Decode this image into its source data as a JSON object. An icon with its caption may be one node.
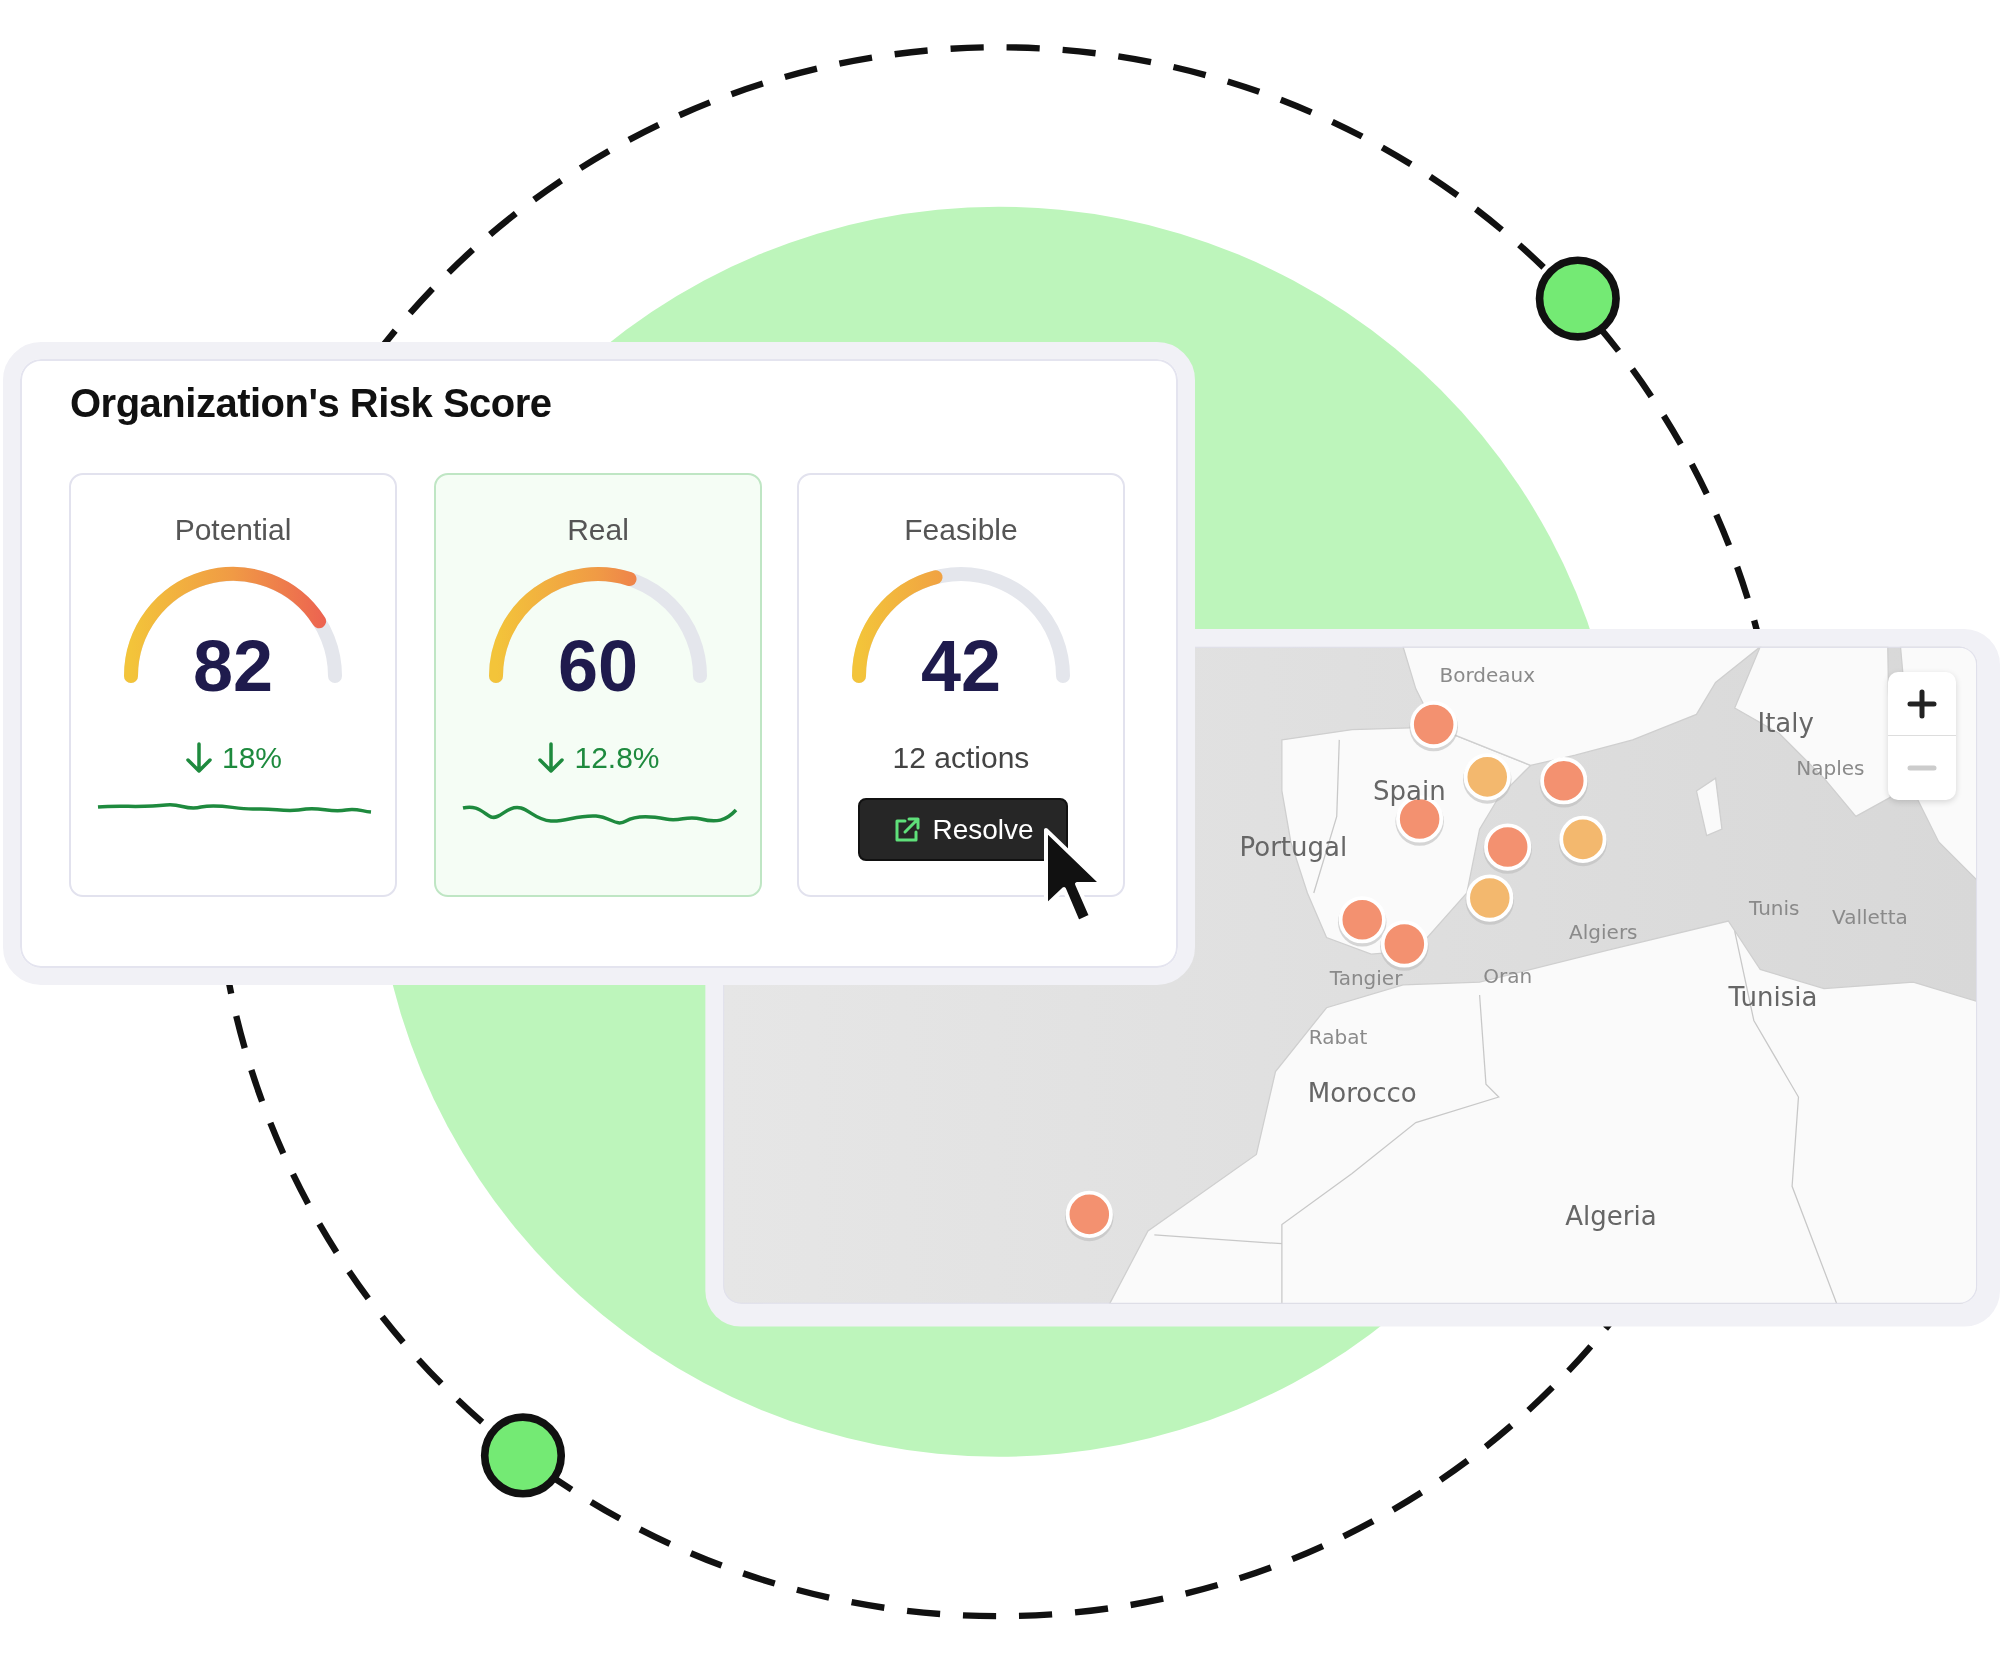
{
  "diagram": {
    "nodes": [
      {
        "text": [
          "Organization's Risk Score"
        ]
      },
      {
        "text": [
          "Potential",
          "82",
          "18%"
        ],
        "in": 0
      },
      {
        "text": [
          "Real",
          "60",
          "12.8%"
        ],
        "in": 0
      },
      {
        "text": [
          "Feasible",
          "42",
          "12 actions",
          "Resolve"
        ],
        "in": 0
      }
    ],
    "labels": [
      "Bordeaux",
      "Italy",
      "Naples",
      "Spain",
      "Portugal",
      "Tunis",
      "Valletta",
      "Algiers",
      "Oran",
      "Tangier",
      "Tunisia",
      "Rabat",
      "Morocco",
      "Algeria"
    ]
  }
}
